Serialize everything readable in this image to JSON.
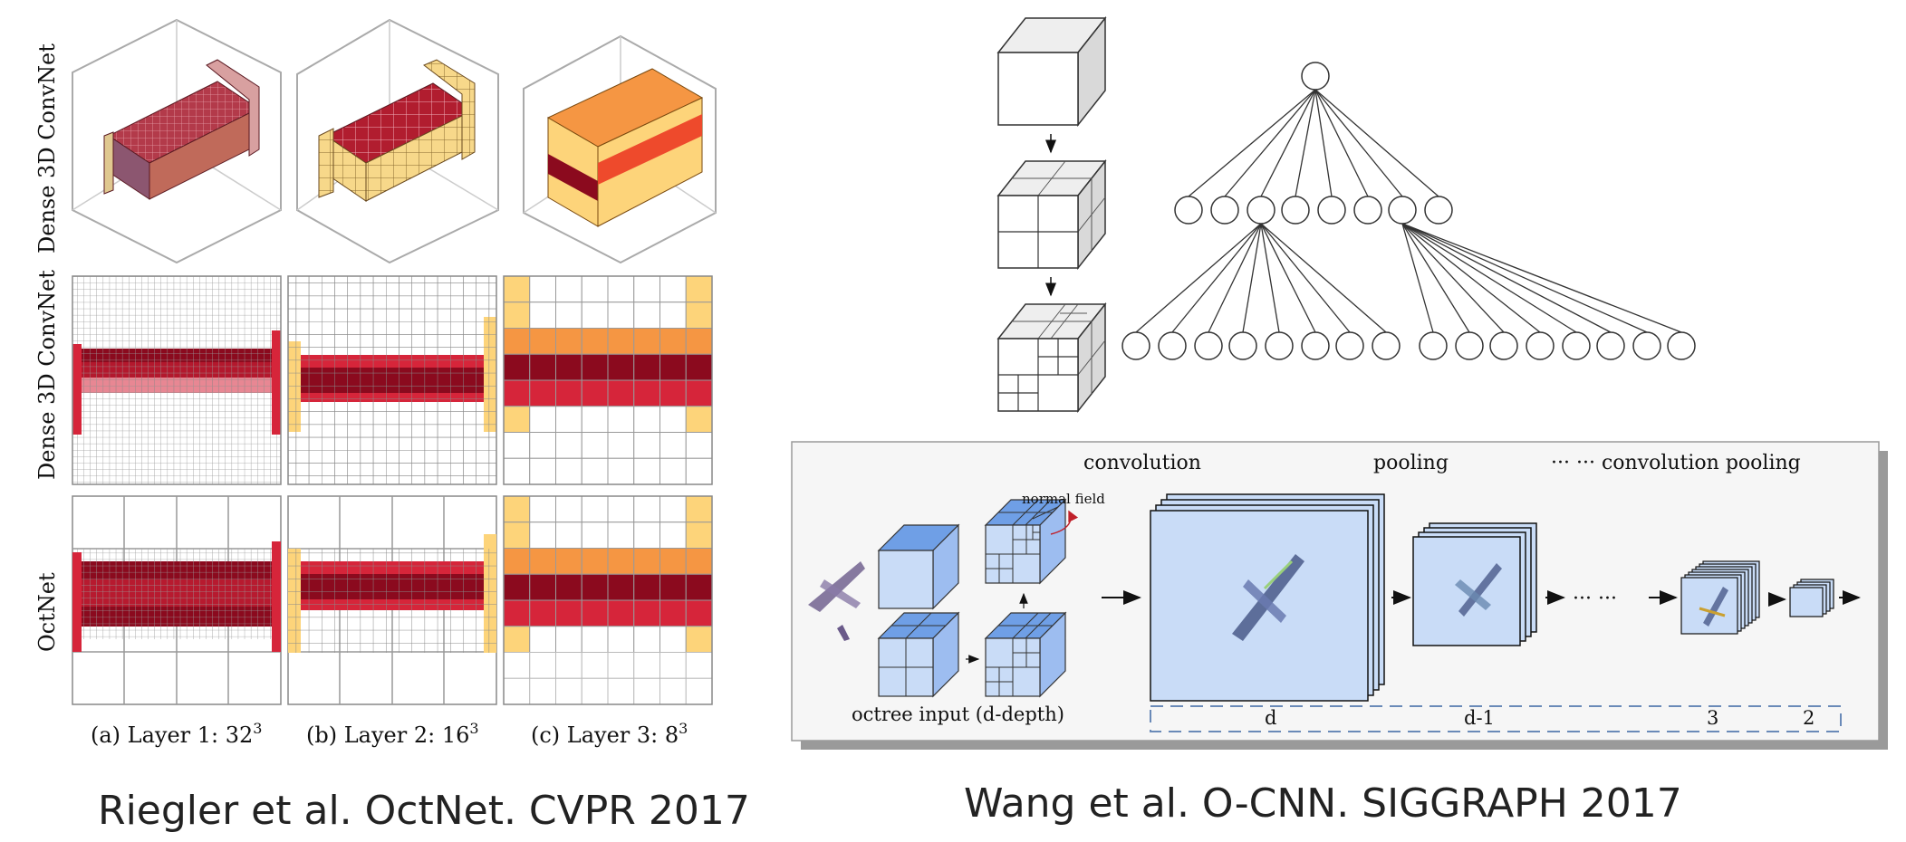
{
  "octnet": {
    "row_labels": [
      "Dense 3D ConvNet",
      "Dense 3D ConvNet",
      "OctNet"
    ],
    "captions": [
      {
        "text": "(a) Layer 1: 32",
        "exp": "3"
      },
      {
        "text": "(b) Layer 2: 16",
        "exp": "3"
      },
      {
        "text": "(c) Layer 3: 8",
        "exp": "3"
      }
    ],
    "citation": "Riegler et al. OctNet. CVPR 2017"
  },
  "ocnn": {
    "labels": {
      "convolution": "convolution",
      "pooling": "pooling",
      "tail": "··· ··· convolution  pooling",
      "normal_field": "normal field",
      "octree_input": "octree input (d-depth)",
      "dots": "··· ···"
    },
    "depth_labels": [
      "d",
      "d-1",
      "3",
      "2"
    ],
    "citation": "Wang et al. O-CNN. SIGGRAPH 2017"
  },
  "colors": {
    "dark_red": "#8b0a1e",
    "red": "#d6253a",
    "red_orange": "#ee4a2c",
    "orange": "#f59643",
    "light_orange": "#fdd47a",
    "grid_line": "#9a9a9a",
    "blue_top": "#6f9fe6",
    "blue_face": "#c9dcf7",
    "panel_bg": "#f6f6f6"
  }
}
